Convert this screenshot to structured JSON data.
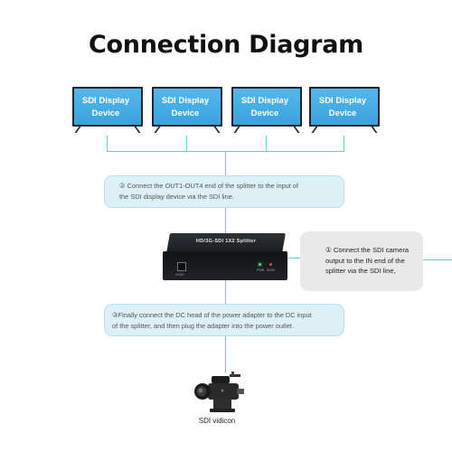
{
  "title": "Connection Diagram",
  "displays": [
    {
      "line1": "SDI Display",
      "line2": "Device"
    },
    {
      "line1": "SDI Display",
      "line2": "Device"
    },
    {
      "line1": "SDI Display",
      "line2": "Device"
    },
    {
      "line1": "SDI Display",
      "line2": "Device"
    }
  ],
  "steps": {
    "step2": {
      "line1": "② Connect the OUT1-OUT4 end of the splitter to the input of",
      "line2": "the SDI display device via the SDI line."
    },
    "step1": {
      "line1": "① Connect the SDI camera",
      "line2": "output to the IN end of the",
      "line3": "splitter via the SDI line,"
    },
    "step3": {
      "line1": "③Finally connect the DC head of the power adapter to the DC input",
      "line2": "of the splitter, and then plug the adapter into the power outlet."
    }
  },
  "splitter": {
    "model": "HD/3G-SDI 1X2 Splitter",
    "dc_label": "DC5V",
    "power_label": "PWR",
    "signal_label": "SIGN"
  },
  "camera": {
    "caption": "SDI vidicon"
  },
  "colors": {
    "line": "#6fc7d8",
    "note_bg": "#ddf0f5",
    "note_grey_bg": "#e9e9e9",
    "screen": "#3aa2dc"
  }
}
